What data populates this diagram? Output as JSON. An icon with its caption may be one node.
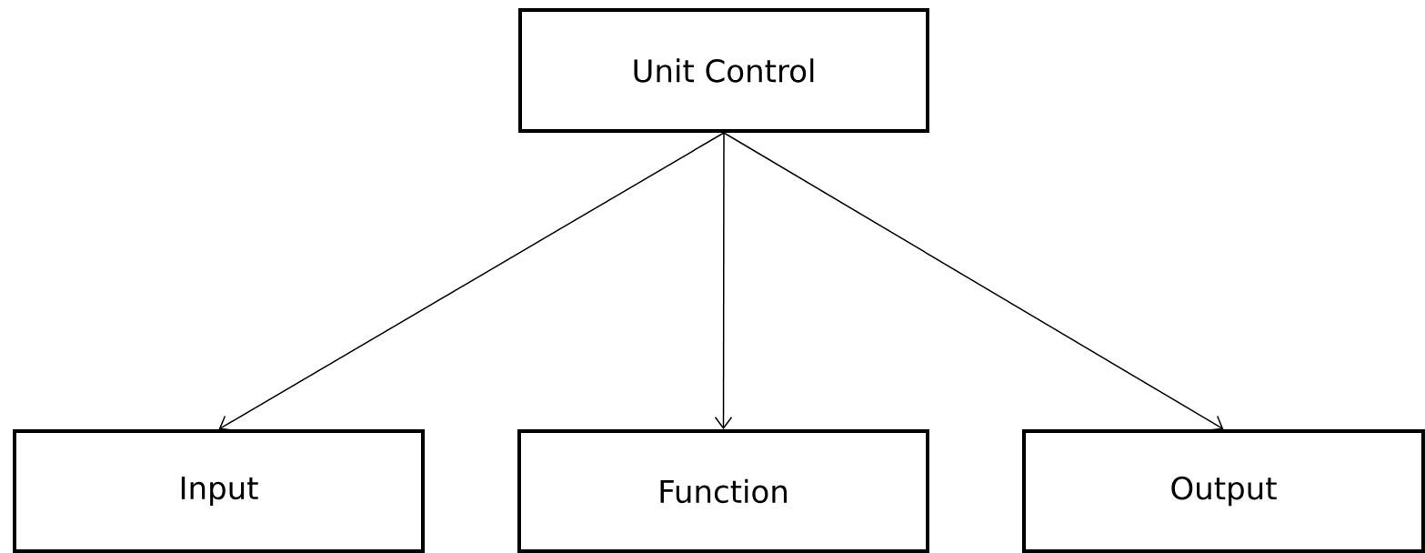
{
  "diagram": {
    "nodes": [
      {
        "text": [
          "Unit Control"
        ]
      },
      {
        "text": [
          "Input"
        ]
      },
      {
        "text": [
          "Function"
        ]
      },
      {
        "text": [
          "Output"
        ]
      }
    ],
    "edges": [
      {
        "from": 0,
        "to": 1,
        "arrow": "to"
      },
      {
        "from": 0,
        "to": 2,
        "arrow": "to"
      },
      {
        "from": 0,
        "to": 3,
        "arrow": "to"
      }
    ]
  }
}
